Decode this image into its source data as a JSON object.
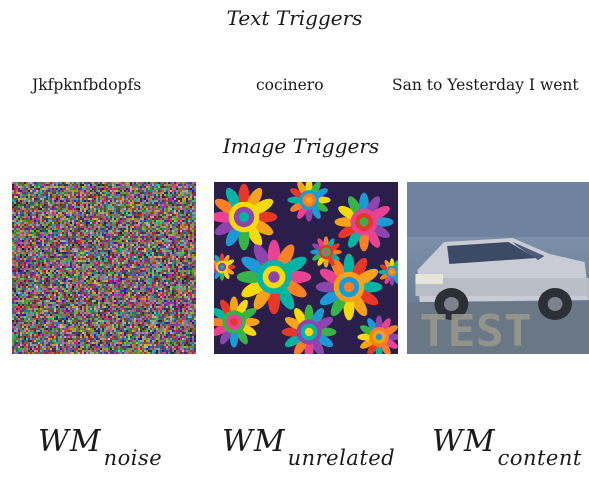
{
  "text_section": {
    "title": "Text Triggers",
    "items": [
      "Jkfpknfbdopfs",
      "cocinero",
      "San to Yesterday I went"
    ]
  },
  "image_section": {
    "title": "Image Triggers",
    "images": [
      {
        "id": "noise",
        "depicts": "random-color-noise"
      },
      {
        "id": "unrelated",
        "depicts": "colorful-flower-mandala"
      },
      {
        "id": "content",
        "depicts": "car-photo-with-overlay",
        "overlay_text": "TEST"
      }
    ]
  },
  "labels": [
    {
      "main": "WM",
      "sub": "noise"
    },
    {
      "main": "WM",
      "sub": "unrelated"
    },
    {
      "main": "WM",
      "sub": "content"
    }
  ]
}
